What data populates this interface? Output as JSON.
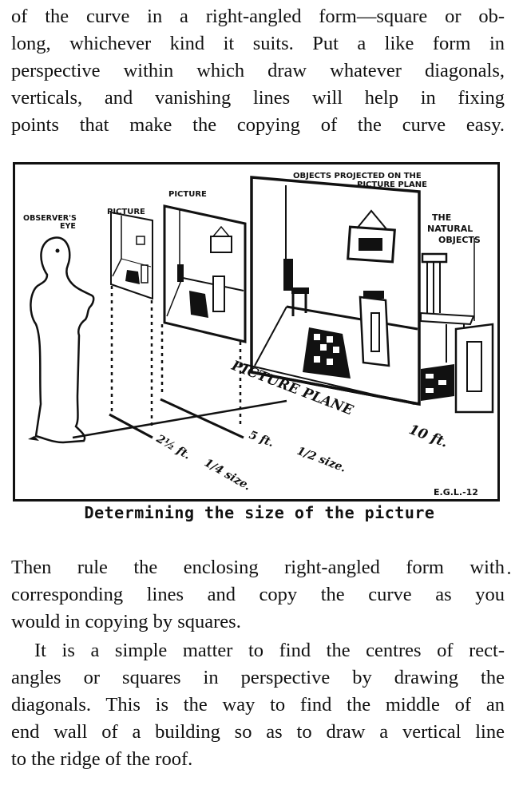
{
  "page": {
    "paragraph_top": {
      "lines": [
        "of the curve in a right-angled form—square or ob-",
        "long, whichever kind it suits.  Put a like form in",
        "perspective within which draw whatever diagonals,",
        "verticals, and vanishing lines will help in fixing",
        "points that make the copying of the curve easy."
      ]
    },
    "figure": {
      "labels": {
        "observers_eye_1": "OBSERVER'S",
        "observers_eye_2": "EYE",
        "picture_small": "PICTURE",
        "picture_medium": "PICTURE",
        "projected_1": "OBJECTS PROJECTED ON THE",
        "projected_2": "PICTURE PLANE",
        "natural_1": "THE",
        "natural_2": "NATURAL",
        "natural_3": "OBJECTS",
        "picture_plane": "PICTURE PLANE",
        "distance_10ft": "10 ft.",
        "distance_5ft": "5 ft.",
        "half_size": "1/2 size.",
        "distance_2_5ft": "2½ ft.",
        "quarter_size": "1/4 size.",
        "signature": "E.G.L.-12"
      },
      "caption": "Determining the size of the picture"
    },
    "paragraph_middle": {
      "lines": [
        "Then rule the enclosing right-angled form with",
        "corresponding lines and copy the curve as you",
        "would in copying by squares."
      ]
    },
    "paragraph_bottom": {
      "lines": [
        "It is a simple matter to find the centres of rect-",
        "angles or squares in perspective by drawing the",
        "diagonals.  This is the way to find the middle of an",
        "end wall of a building so as to draw a vertical line",
        "to the ridge of the roof."
      ]
    }
  }
}
